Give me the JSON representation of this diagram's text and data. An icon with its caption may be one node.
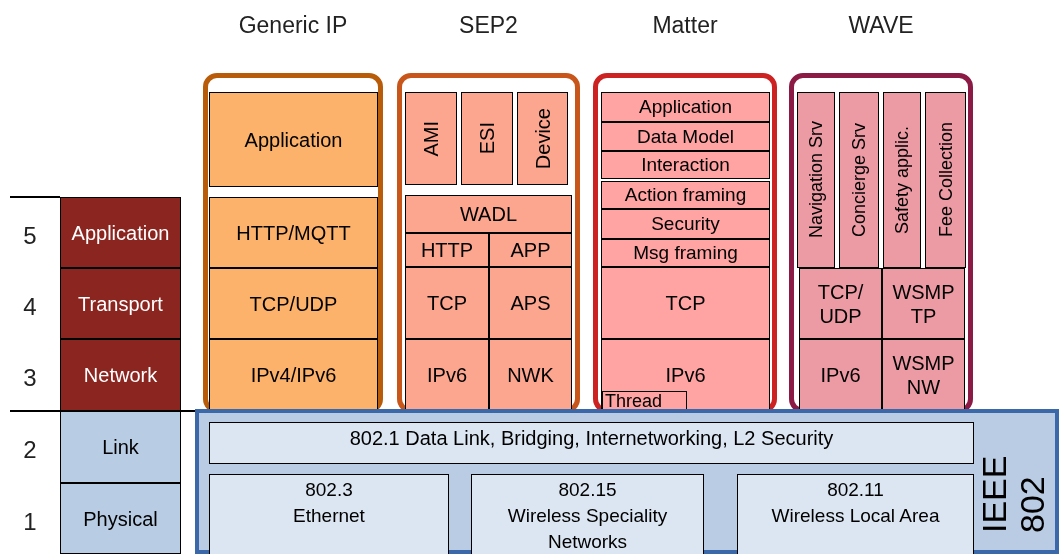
{
  "diagram": {
    "nodes": [
      {
        "text": [
          "Application"
        ],
        "beside": [
          "5"
        ]
      },
      {
        "text": [
          "Transport"
        ],
        "beside": [
          "4"
        ]
      },
      {
        "text": [
          "Network"
        ],
        "beside": [
          "3"
        ]
      },
      {
        "text": [
          "Generic IP"
        ]
      },
      {
        "text": [
          "Application"
        ],
        "in": 3
      },
      {
        "text": [
          "HTTP/MQTT"
        ],
        "in": 3
      },
      {
        "text": [
          "TCP/UDP"
        ],
        "in": 3
      },
      {
        "text": [
          "IPv4/IPv6"
        ],
        "in": 3
      },
      {
        "text": [
          "SEP2"
        ]
      },
      {
        "text": [
          "AMI"
        ],
        "in": 8
      },
      {
        "text": [
          "ESI"
        ],
        "in": 8
      },
      {
        "text": [
          "Device"
        ],
        "in": 8
      },
      {
        "text": [
          "WADL"
        ],
        "in": 8
      },
      {
        "text": [
          "HTTP"
        ],
        "in": 8
      },
      {
        "text": [
          "APP"
        ],
        "in": 8
      },
      {
        "text": [
          "TCP"
        ],
        "in": 8
      },
      {
        "text": [
          "APS"
        ],
        "in": 8
      },
      {
        "text": [
          "IPv6"
        ],
        "in": 8
      },
      {
        "text": [
          "NWK"
        ],
        "in": 8
      },
      {
        "text": [
          "Matter"
        ]
      },
      {
        "text": [
          "Application"
        ],
        "in": 19
      },
      {
        "text": [
          "Data Model"
        ],
        "in": 19
      },
      {
        "text": [
          "Interaction"
        ],
        "in": 19
      },
      {
        "text": [
          "Action framing"
        ],
        "in": 19
      },
      {
        "text": [
          "Security"
        ],
        "in": 19
      },
      {
        "text": [
          "Msg framing"
        ],
        "in": 19
      },
      {
        "text": [
          "TCP"
        ],
        "in": 19
      },
      {
        "text": [
          "IPv6"
        ],
        "in": 19
      },
      {
        "text": [
          "Thread"
        ],
        "in": 27
      },
      {
        "text": [
          "WAVE"
        ]
      },
      {
        "text": [
          "Navigation Srv"
        ],
        "in": 29
      },
      {
        "text": [
          "Concierge Srv"
        ],
        "in": 29
      },
      {
        "text": [
          "Safety applic."
        ],
        "in": 29
      },
      {
        "text": [
          "Fee Collection"
        ],
        "in": 29
      },
      {
        "text": [
          "TCP/ UDP"
        ],
        "in": 29
      },
      {
        "text": [
          "WSMP TP"
        ],
        "in": 29
      },
      {
        "text": [
          "IPv6"
        ],
        "in": 29
      },
      {
        "text": [
          "WSMP NW"
        ],
        "in": 29
      },
      {
        "text": [
          "Link"
        ],
        "beside": [
          "2"
        ]
      },
      {
        "text": [
          "Physical"
        ],
        "beside": [
          "1"
        ]
      },
      {
        "text": [
          "IEEE 802"
        ]
      },
      {
        "text": [
          "802.1 Data Link, Bridging, Internetworking, L2 Security"
        ],
        "in": 40
      },
      {
        "text": [
          "802.3",
          "Ethernet"
        ],
        "in": 40
      },
      {
        "text": [
          "802.15",
          "Wireless Speciality Networks"
        ],
        "in": 40
      },
      {
        "text": [
          "802.11",
          "Wireless Local Area"
        ],
        "in": 40
      }
    ]
  }
}
